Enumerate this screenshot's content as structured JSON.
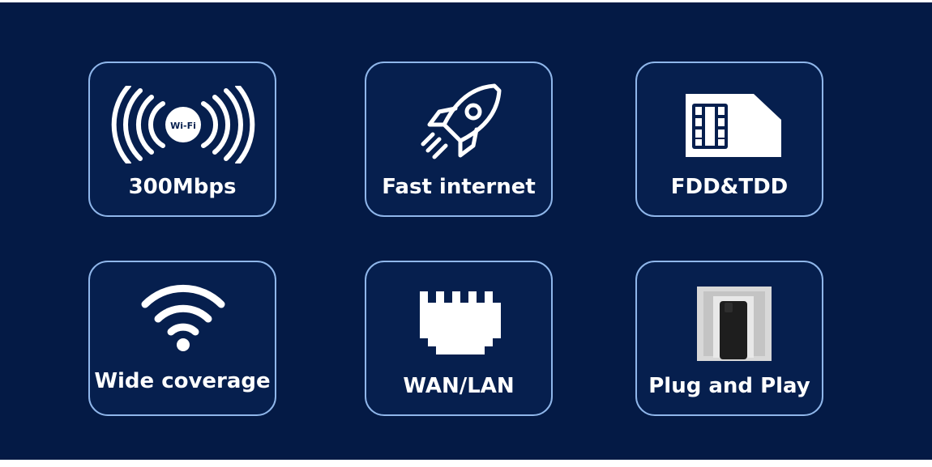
{
  "features": [
    {
      "label": "300Mbps",
      "icon": "wifi-signal-icon",
      "badge": "Wi-Fi"
    },
    {
      "label": "Fast internet",
      "icon": "rocket-icon"
    },
    {
      "label": "FDD&TDD",
      "icon": "sim-card-icon"
    },
    {
      "label": "Wide coverage",
      "icon": "wifi-icon"
    },
    {
      "label": "WAN/LAN",
      "icon": "ethernet-port-icon"
    },
    {
      "label": "Plug and Play",
      "icon": "wall-socket-icon"
    }
  ],
  "colors": {
    "background": "#041a45",
    "card_border": "#8fb6ea",
    "text": "#ffffff"
  }
}
